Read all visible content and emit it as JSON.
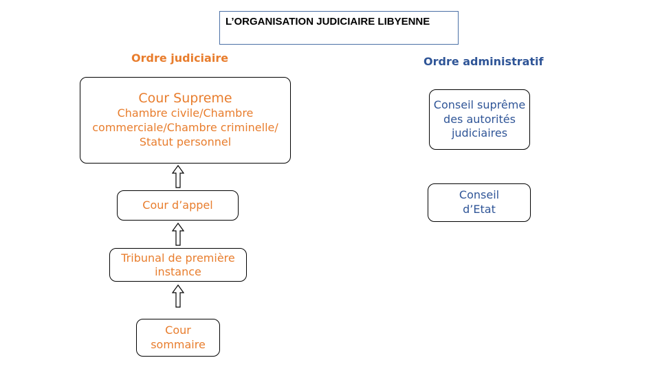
{
  "title": "L’ORGANISATION JUDICIAIRE LIBYENNE",
  "judicial": {
    "heading": "Ordre judiciaire",
    "supreme": {
      "title": "Cour Supreme",
      "lines": [
        "Chambre civile/Chambre",
        "commerciale/Chambre criminelle/",
        "Statut personnel"
      ]
    },
    "appeal": [
      "Cour d’appel"
    ],
    "first_instance": [
      "Tribunal de première",
      "instance"
    ],
    "summary": [
      "Cour",
      "sommaire"
    ]
  },
  "administrative": {
    "heading": "Ordre administratif",
    "supreme_council": [
      "Conseil suprême",
      "des autorités",
      "judiciaires"
    ],
    "state_council": [
      "Conseil",
      "d’Etat"
    ]
  },
  "colors": {
    "judicial": "#e87d2d",
    "administrative": "#2f5597",
    "title_border": "#4a6fa5"
  },
  "icons": {
    "connector": "hollow-up-arrow-icon"
  }
}
